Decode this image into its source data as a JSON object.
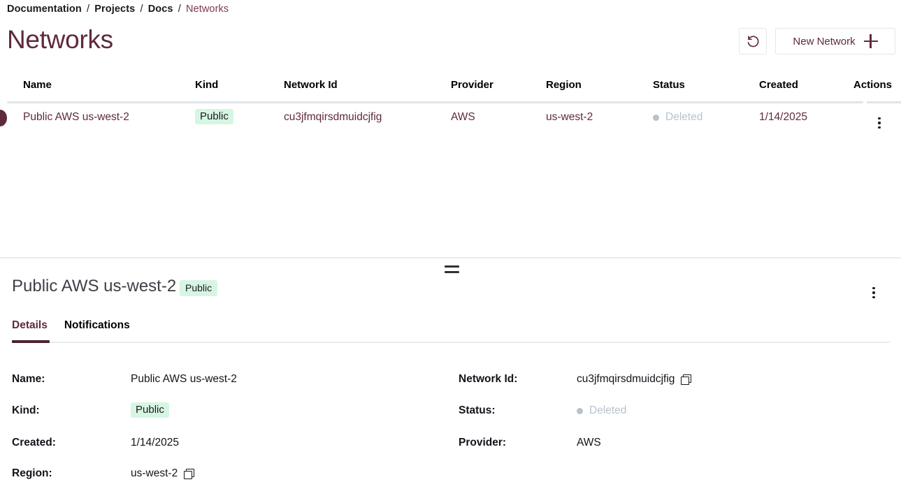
{
  "breadcrumb": {
    "items": [
      {
        "label": "Documentation",
        "current": false
      },
      {
        "label": "Projects",
        "current": false
      },
      {
        "label": "Docs",
        "current": false
      },
      {
        "label": "Networks",
        "current": true
      }
    ],
    "separator": "/"
  },
  "page": {
    "title": "Networks"
  },
  "header_actions": {
    "refresh_icon": "refresh-icon",
    "new_network_label": "New Network",
    "plus_icon": "plus-icon"
  },
  "table": {
    "columns": [
      "Name",
      "Kind",
      "Network Id",
      "Provider",
      "Region",
      "Status",
      "Created",
      "Actions"
    ],
    "rows": [
      {
        "name": "Public AWS us-west-2",
        "kind": "Public",
        "network_id": "cu3jfmqirsdmuidcjfig",
        "provider": "AWS",
        "region": "us-west-2",
        "status": "Deleted",
        "created": "1/14/2025",
        "actions_icon": "kebab-menu-icon",
        "selected": true
      }
    ]
  },
  "detail": {
    "title": "Public AWS us-west-2",
    "badge": "Public",
    "menu_icon": "kebab-menu-icon",
    "tabs": [
      {
        "label": "Details",
        "active": true
      },
      {
        "label": "Notifications",
        "active": false
      }
    ],
    "fields_left": [
      {
        "label": "Name:",
        "value": "Public AWS us-west-2",
        "type": "text",
        "copyable": false
      },
      {
        "label": "Kind:",
        "value": "Public",
        "type": "badge",
        "copyable": false
      },
      {
        "label": "Created:",
        "value": "1/14/2025",
        "type": "text",
        "copyable": false
      },
      {
        "label": "Region:",
        "value": "us-west-2",
        "type": "text",
        "copyable": true
      }
    ],
    "fields_right": [
      {
        "label": "Network Id:",
        "value": "cu3jfmqirsdmuidcjfig",
        "type": "text",
        "copyable": true
      },
      {
        "label": "Status:",
        "value": "Deleted",
        "type": "status",
        "copyable": false
      },
      {
        "label": "Provider:",
        "value": "AWS",
        "type": "text",
        "copyable": false
      }
    ]
  },
  "colors": {
    "accent": "#5e2a3c",
    "badge_bg": "#d7f5e3",
    "status_muted": "#b7c2ce",
    "rule": "#dfe4e9"
  }
}
